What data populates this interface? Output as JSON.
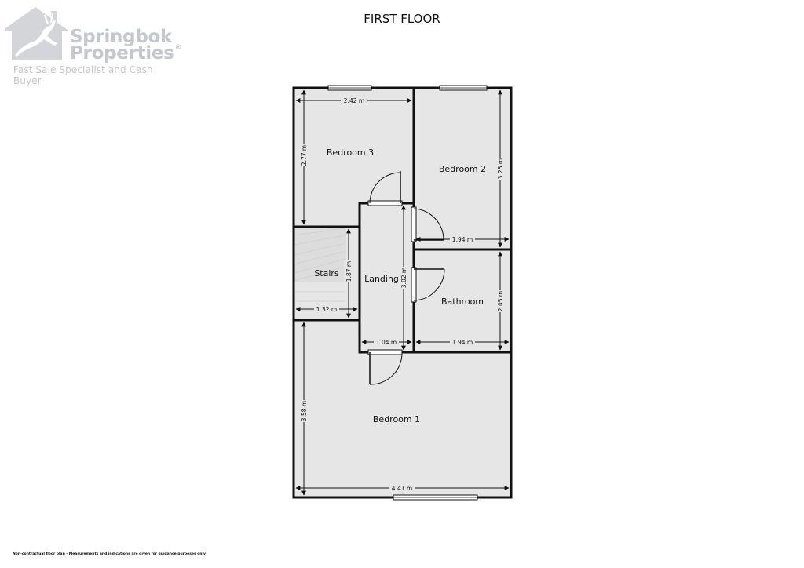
{
  "logo": {
    "brand_line1": "Springbok",
    "brand_line2": "Properties",
    "registered_mark": "®",
    "tagline": "Fast Sale Specialist and Cash Buyer",
    "color": "#c4c7cc"
  },
  "title": "FIRST FLOOR",
  "rooms": {
    "bedroom3": "Bedroom 3",
    "bedroom2": "Bedroom 2",
    "stairs": "Stairs",
    "landing": "Landing",
    "bathroom": "Bathroom",
    "bedroom1": "Bedroom 1"
  },
  "dimensions": {
    "bed3_width": "2.42 m",
    "bed3_length": "2.77 m",
    "bed2_length": "3.25 m",
    "bed2_width": "1.94 m",
    "stairs_length": "1.87 m",
    "stairs_width": "1.32 m",
    "landing_length": "3.02 m",
    "landing_width": "1.04 m",
    "bathroom_length": "2.05 m",
    "bathroom_width": "1.94 m",
    "bed1_length": "3.58 m",
    "bed1_width": "4.41 m"
  },
  "disclaimer": "Non-contractual floor plan - Measurements and indications are given for guidance purposes only",
  "colors": {
    "floor_fill": "#e6e6e6",
    "wall": "#111111",
    "logo": "#c4c7cc"
  }
}
